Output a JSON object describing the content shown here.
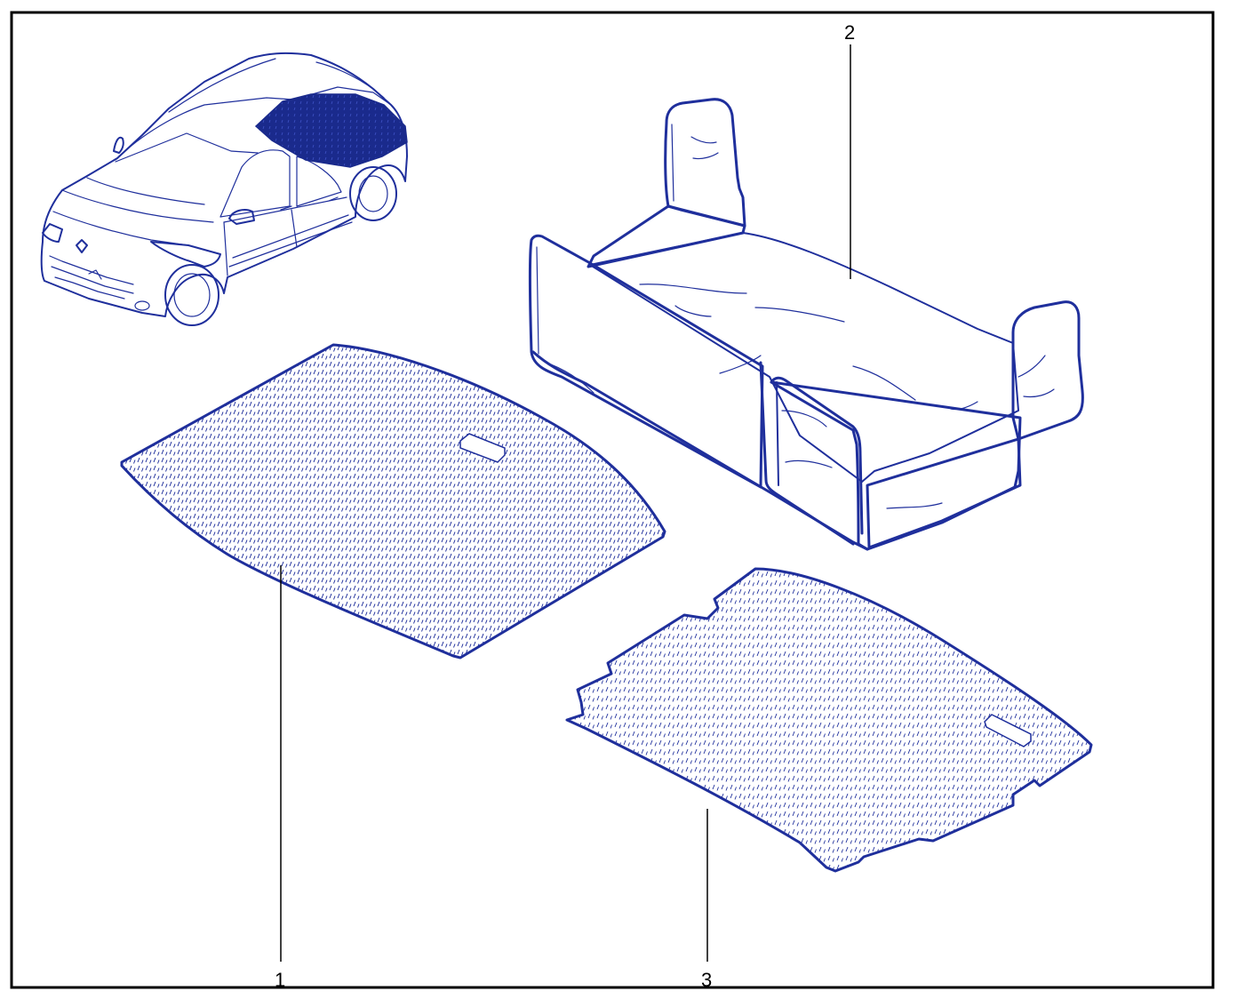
{
  "colors": {
    "line": "#1f2f9c",
    "fill_dark": "#1a2a8c",
    "frame": "#000000",
    "background": "#ffffff"
  },
  "callouts": {
    "c1": "1",
    "c2": "2",
    "c3": "3"
  }
}
